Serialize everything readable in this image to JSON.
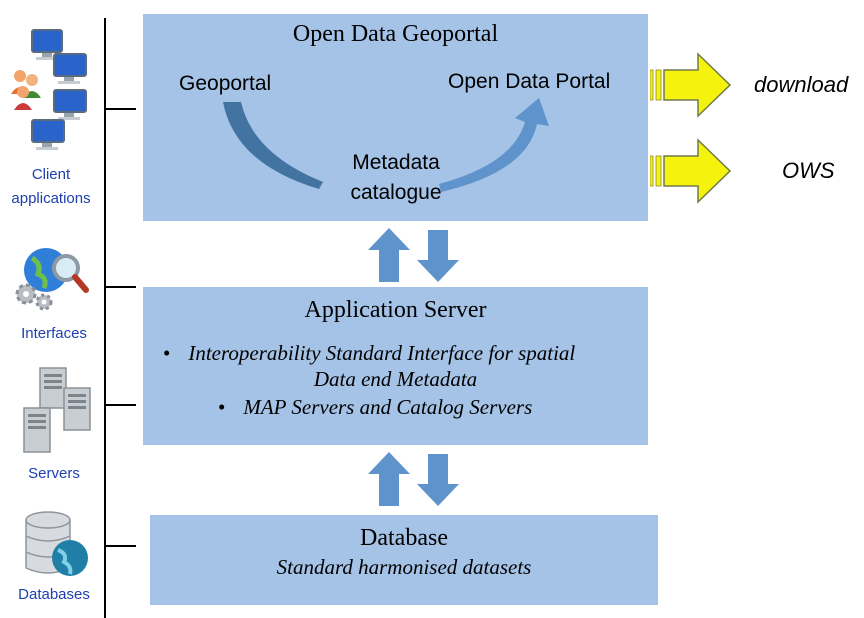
{
  "sidebar": {
    "items": [
      {
        "label_line1": "Client",
        "label_line2": "applications",
        "icon": "client-computers-icon"
      },
      {
        "label": "Interfaces",
        "icon": "globe-search-gears-icon"
      },
      {
        "label": "Servers",
        "icon": "server-towers-icon"
      },
      {
        "label": "Databases",
        "icon": "database-globe-icon"
      }
    ]
  },
  "geoportal_box": {
    "title": "Open Data Geoportal",
    "left_label": "Geoportal",
    "right_label": "Open Data Portal",
    "center_label_line1": "Metadata",
    "center_label_line2": "catalogue"
  },
  "outputs": [
    {
      "label": "download"
    },
    {
      "label": "OWS"
    }
  ],
  "app_server_box": {
    "title": "Application Server",
    "bullet1_line1": "Interoperability Standard Interface for spatial",
    "bullet1_line2": "Data end Metadata",
    "bullet2": "MAP Servers and Catalog Servers",
    "bullet_symbol": "•"
  },
  "database_box": {
    "title": "Database",
    "subtitle": "Standard harmonised datasets"
  },
  "colors": {
    "box_fill": "#a4c3e6",
    "arrow_blue": "#5b8fd0",
    "arrow_yellow": "#f5f20d",
    "sidebar_text": "#1d3fb0"
  }
}
